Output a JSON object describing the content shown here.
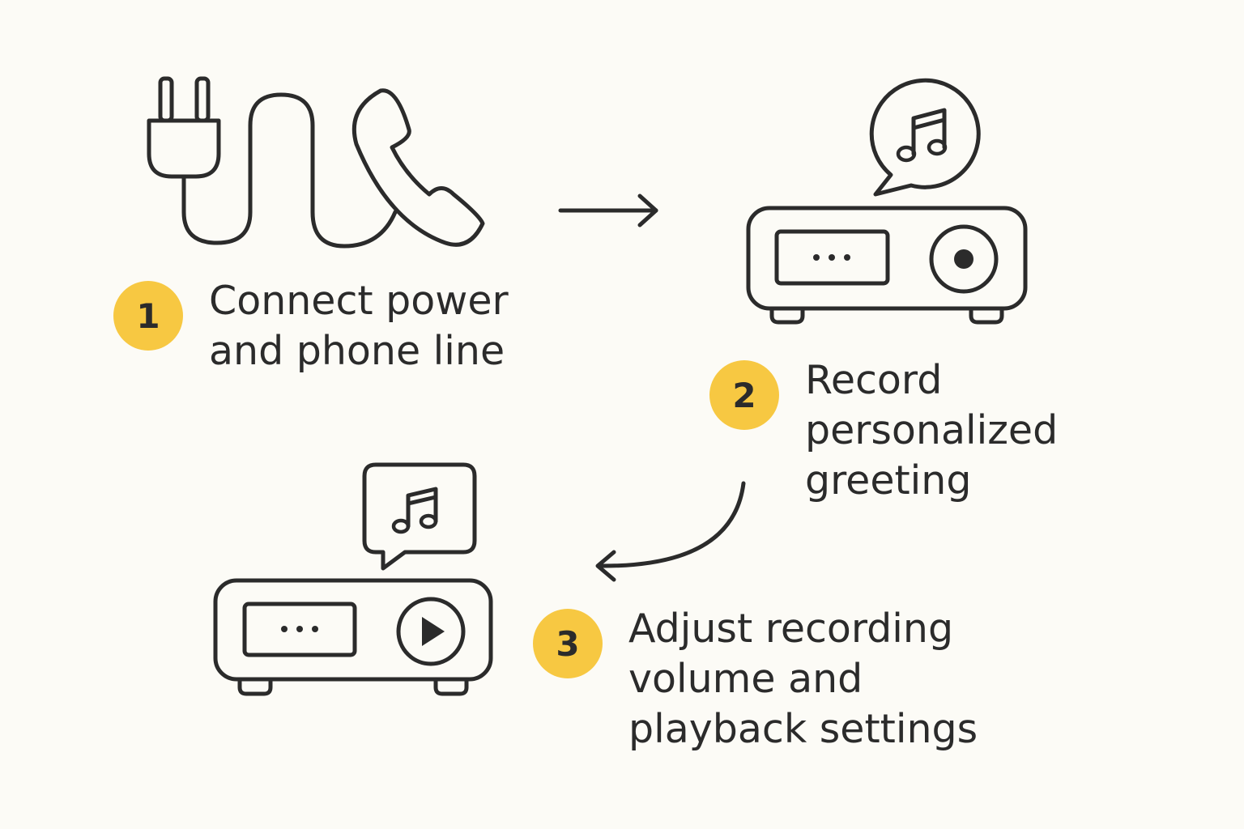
{
  "colors": {
    "background": "#fcfbf6",
    "stroke": "#2b2b2b",
    "badge": "#f7c842"
  },
  "icons": {
    "step1": "plug-and-phone-handset-cord-icon",
    "step2": "answering-machine-record-icon",
    "step3": "answering-machine-play-icon"
  },
  "steps": [
    {
      "number": "1",
      "lines": [
        "Connect power",
        "and phone line"
      ]
    },
    {
      "number": "2",
      "lines": [
        "Record",
        "personalized",
        "greeting"
      ]
    },
    {
      "number": "3",
      "lines": [
        "Adjust recording",
        "volume and",
        "playback settings"
      ]
    }
  ]
}
